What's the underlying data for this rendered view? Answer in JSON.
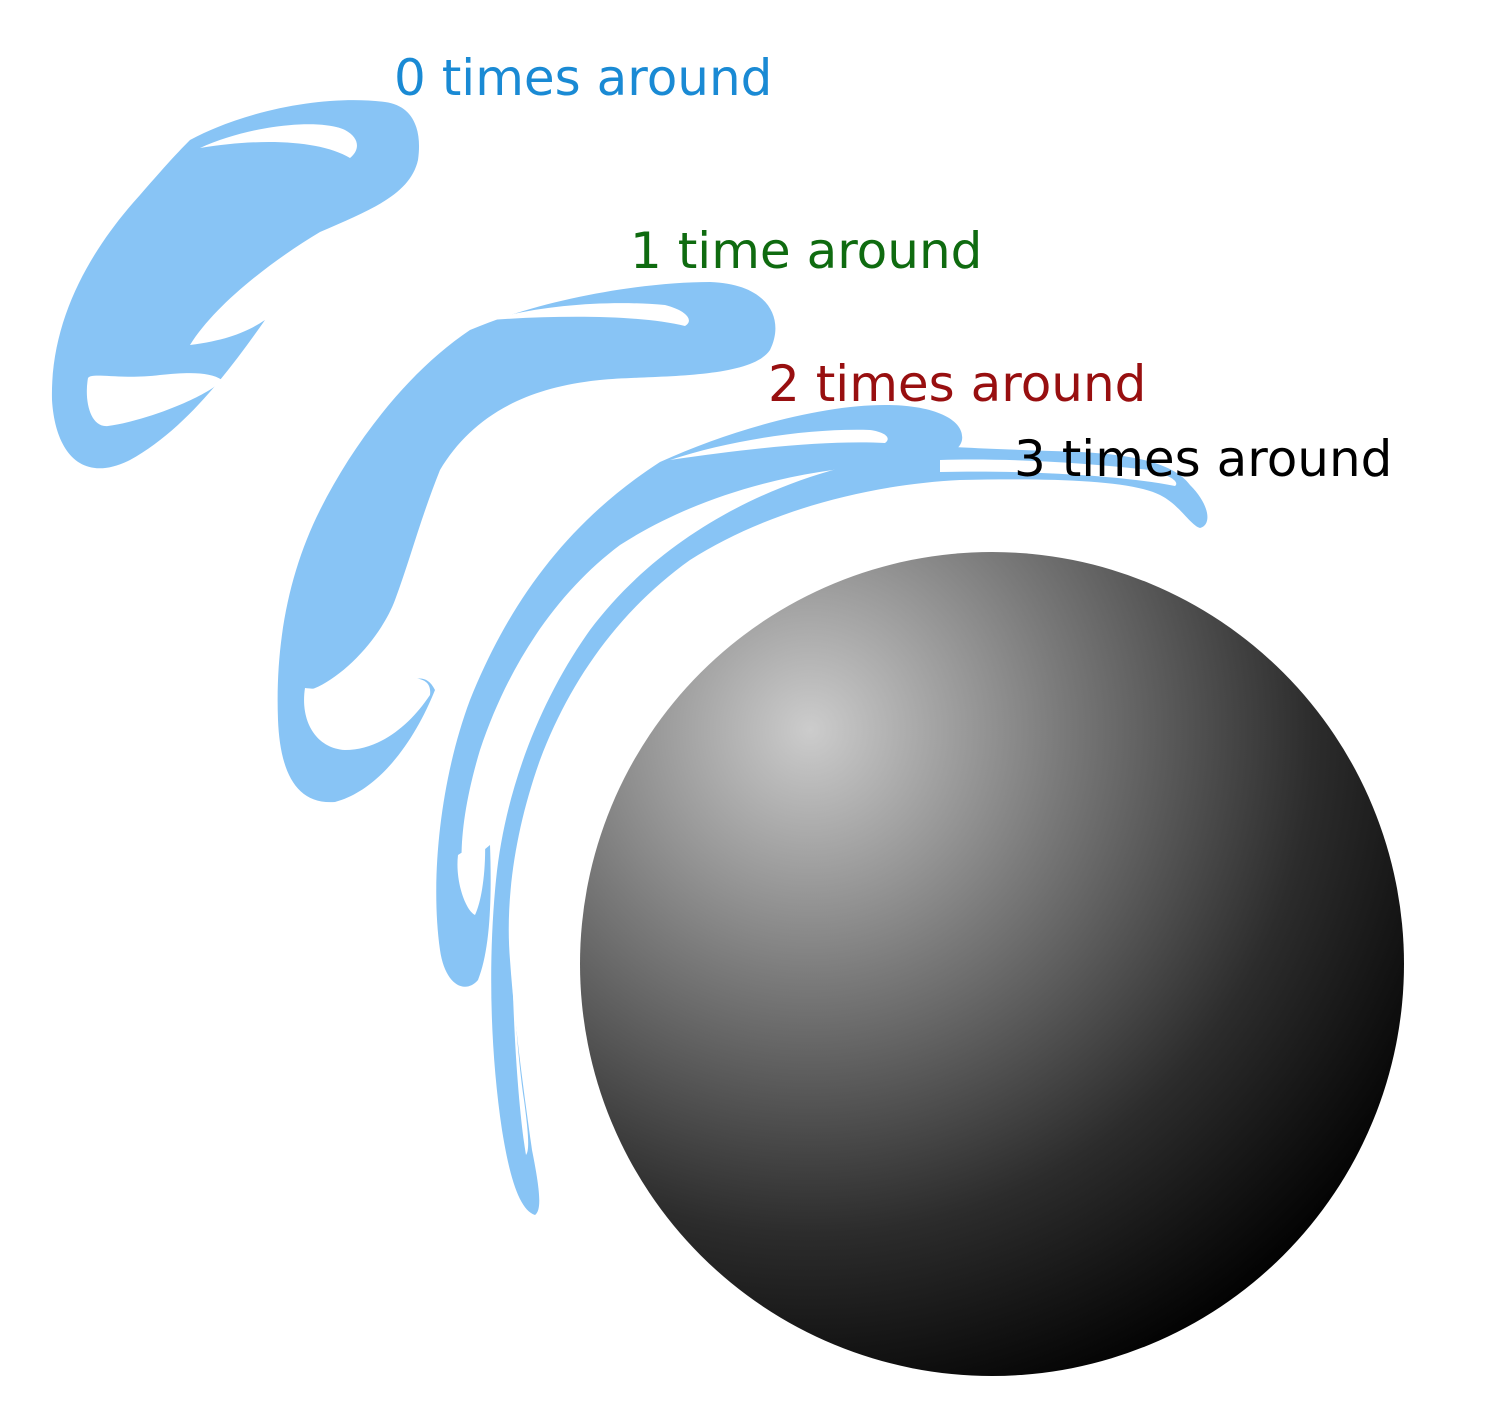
{
  "labels": {
    "stage0": "0 times around",
    "stage1": "1 time around",
    "stage2": "2 times around",
    "stage3": "3 times around"
  },
  "colors": {
    "background": "#ffffff",
    "fluid": "#88c4f5",
    "label_stage0": "#1a8ad4",
    "label_stage1": "#0f6b10",
    "label_stage2": "#980f10",
    "label_stage3": "#000000",
    "sphere_highlight": "#cccccc",
    "sphere_shadow": "#000000"
  }
}
